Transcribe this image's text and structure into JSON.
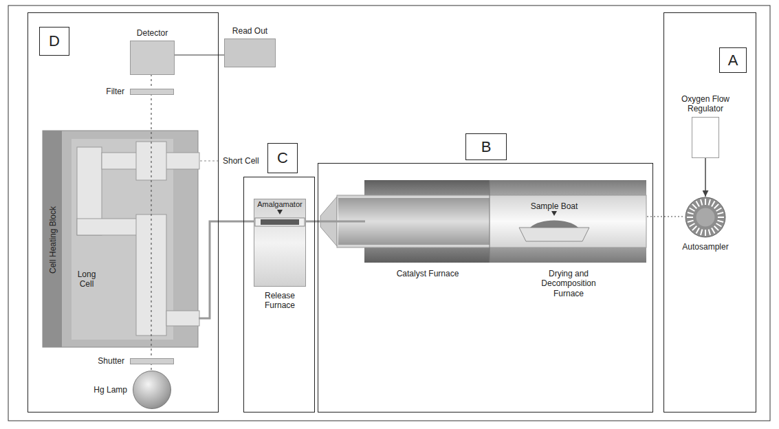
{
  "diagram": {
    "nodes": [
      {
        "text": [
          "D"
        ]
      },
      {
        "text": [
          "Detector"
        ],
        "in": 0
      },
      {
        "text": [
          "Filter"
        ],
        "in": 0
      },
      {
        "text": [
          "Cell Heating Block"
        ],
        "in": 0
      },
      {
        "text": [
          "Shutter"
        ],
        "in": 0
      },
      {
        "text": [
          "Hg Lamp"
        ],
        "in": 0
      },
      {
        "text": [
          "Read Out"
        ]
      },
      {
        "text": [
          "C"
        ]
      },
      {
        "text": [
          "Release Furnace"
        ],
        "in": 7
      },
      {
        "text": [
          "Amalgamator"
        ],
        "in": 8
      },
      {
        "text": [
          "B"
        ]
      },
      {
        "text": [
          "Catalyst Furnace"
        ],
        "in": 10
      },
      {
        "text": [
          "Drying and Decomposition Furnace"
        ],
        "in": 10
      },
      {
        "text": [
          "Sample Boat"
        ],
        "in": 12
      },
      {
        "text": [
          "A"
        ]
      },
      {
        "text": [
          "Oxygen Flow Regulator"
        ],
        "in": 14
      },
      {
        "text": [
          "Autosampler"
        ],
        "in": 14
      }
    ],
    "edges": [
      {
        "from": 1,
        "to": 6,
        "arrow": "none"
      },
      {
        "from": 8,
        "to": 3,
        "arrow": "none"
      },
      {
        "from": 8,
        "to": 11,
        "arrow": "none"
      },
      {
        "from": 12,
        "to": 16,
        "arrow": "none"
      },
      {
        "from": 15,
        "to": 16,
        "arrow": "to"
      }
    ],
    "labels": [
      "Short Cell",
      "Long Cell"
    ]
  }
}
